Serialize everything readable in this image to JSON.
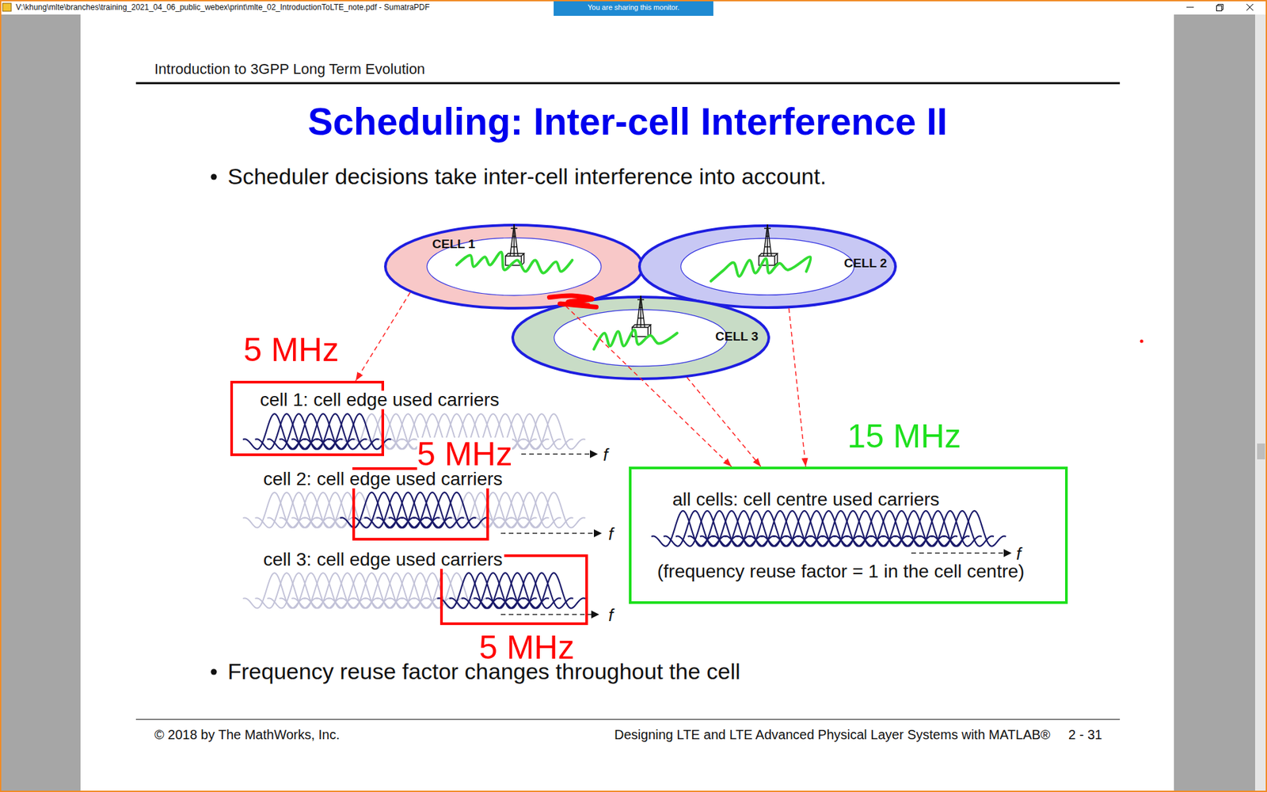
{
  "diagram": {
    "title": "Scheduling: Inter-cell Interference II",
    "nodes": [
      {
        "text": [
          "CELL 1"
        ]
      },
      {
        "text": [
          "CELL 2"
        ]
      },
      {
        "text": [
          "CELL 3"
        ]
      },
      {
        "text": [
          "5 MHz"
        ]
      },
      {
        "text": [
          "5 MHz"
        ]
      },
      {
        "text": [
          "5 MHz"
        ]
      },
      {
        "text": [
          "15 MHz",
          "all cells: cell centre used carriers",
          "(frequency reuse factor = 1 in the cell centre)"
        ]
      }
    ],
    "edges": [
      {
        "from": 0,
        "to": 3,
        "arrow": "to"
      },
      {
        "from": 0,
        "to": 6,
        "arrow": "to"
      },
      {
        "from": 2,
        "to": 6,
        "arrow": "to"
      },
      {
        "from": 1,
        "to": 6,
        "arrow": "to"
      }
    ],
    "labels": [
      "V:\\khung\\mlte\\branches\\training_2021_04_06_public_webex\\print\\mlte_02_IntroductionToLTE_note.pdf - SumatraPDF",
      "You are sharing this monitor.",
      "Introduction to 3GPP Long Term Evolution",
      "Scheduler decisions take inter-cell interference into account.",
      "cell 1: cell edge used carriers",
      "f",
      "cell 2: cell edge used carriers",
      "f",
      "cell 3: cell edge used carriers",
      "f",
      "f",
      "Frequency reuse factor changes throughout the cell",
      "© 2018 by The MathWorks, Inc.",
      "Designing LTE and LTE Advanced Physical Layer Systems with MATLAB®",
      "2 - 31"
    ]
  }
}
